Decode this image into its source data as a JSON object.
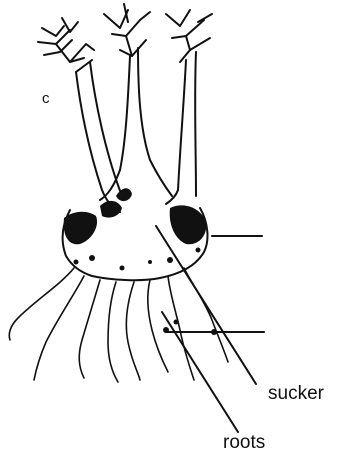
{
  "diagram": {
    "labels": {
      "sucker": "sucker",
      "roots": "roots",
      "marker": "c"
    }
  }
}
